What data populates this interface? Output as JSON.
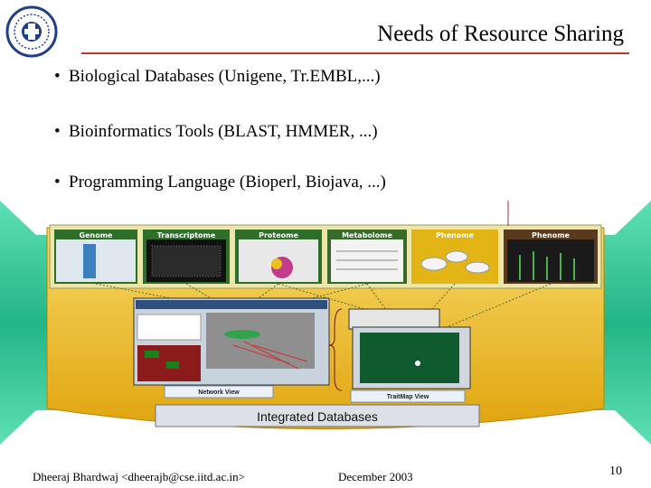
{
  "slide": {
    "title": "Needs of Resource Sharing",
    "bullets": [
      "Biological Databases (Unigene, Tr.EMBL,...)",
      "Bioinformatics Tools (BLAST, HMMER, ...)",
      "Programming Language (Bioperl, Biojava, ...)"
    ],
    "bullet_symbol": "•"
  },
  "diagram": {
    "ome_panels": [
      "Genome",
      "Transcriptome",
      "Proteome",
      "Metabolome",
      "Phenome",
      "Phenome"
    ],
    "sub_labels": {
      "network_view": "Network View",
      "trait_map_view": "TraitMap View"
    },
    "banner": "Integrated Databases",
    "colors": {
      "arrow": "#33cc99",
      "tub": "#f2c12e",
      "panel_row": "#e9e3a0"
    }
  },
  "footer": {
    "author": "Dheeraj Bhardwaj <dheerajb@cse.iitd.ac.in>",
    "date": "December 2003",
    "page": "10"
  },
  "icons": {
    "logo": "institute-seal-icon"
  }
}
